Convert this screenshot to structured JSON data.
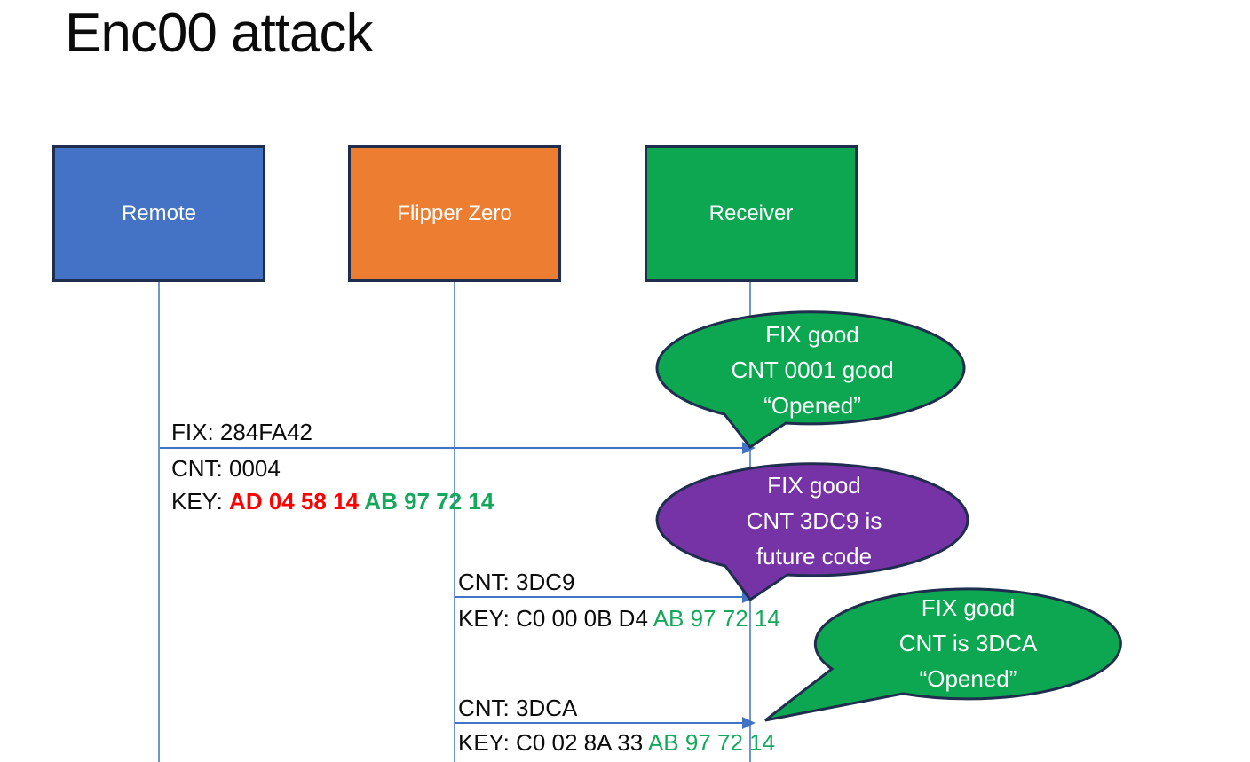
{
  "title": "Enc00 attack",
  "colors": {
    "remote": "#4472c4",
    "flipper": "#ed7d31",
    "receiver": "#0ca750",
    "purple": "#7633a6",
    "line": "#4472c4",
    "border": "#1f2d4f",
    "red": "#ff0000",
    "green": "#14a85c"
  },
  "actors": [
    {
      "label": "Remote"
    },
    {
      "label": "Flipper Zero"
    },
    {
      "label": "Receiver"
    }
  ],
  "messages": [
    {
      "from": "Remote",
      "to": "Receiver",
      "fix": "FIX: 284FA42",
      "cnt": "CNT: 0004",
      "key_label": "KEY: ",
      "key_red": "AD 04 58 14 ",
      "key_green": "AB 97 72 14"
    },
    {
      "from": "Flipper Zero",
      "to": "Receiver",
      "cnt": "CNT: 3DC9",
      "key_label": "KEY: C0 00 0B D4 ",
      "key_green": "AB 97 72 14"
    },
    {
      "from": "Flipper Zero",
      "to": "Receiver",
      "cnt": "CNT: 3DCA",
      "key_label": "KEY: C0 02 8A 33 ",
      "key_green": "AB 97 72 14"
    }
  ],
  "callouts": [
    {
      "lines": [
        "FIX good",
        "CNT 0001 good",
        "“Opened”"
      ]
    },
    {
      "lines": [
        "FIX good",
        "CNT 3DC9 is",
        "future code"
      ]
    },
    {
      "lines": [
        "FIX good",
        "CNT is 3DCA",
        "“Opened”"
      ]
    }
  ]
}
